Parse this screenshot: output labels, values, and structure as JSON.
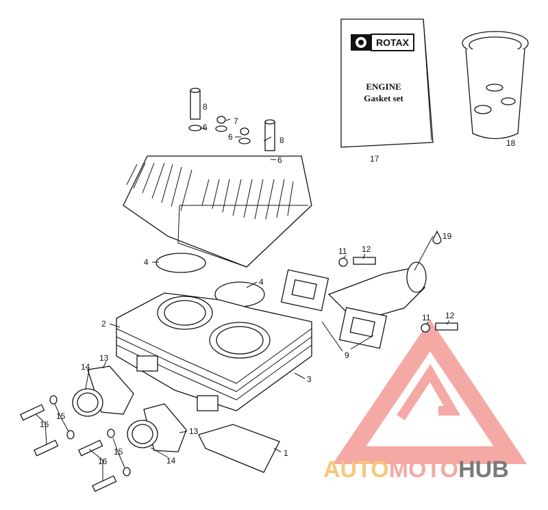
{
  "booklet": {
    "brand": "ROTAX",
    "title_line1": "ENGINE",
    "title_line2": "Gasket set"
  },
  "callouts": {
    "c1": "1",
    "c2": "2",
    "c3": "3",
    "c4a": "4",
    "c4b": "4",
    "c6a": "6",
    "c6b": "6",
    "c6c": "6",
    "c7": "7",
    "c8a": "8",
    "c8b": "8",
    "c9": "9",
    "c11a": "11",
    "c11b": "11",
    "c12a": "12",
    "c12b": "12",
    "c13a": "13",
    "c13b": "13",
    "c14a": "14",
    "c14b": "14",
    "c15a": "15",
    "c15b": "15",
    "c16a": "16",
    "c16b": "16",
    "c17": "17",
    "c18": "18",
    "c19": "19"
  },
  "watermark": {
    "part1": "AUTO",
    "part2": "MOTO",
    "part3": "HUB",
    "color_primary": "#f4a9a4",
    "color_gold": "#f7c77a",
    "color_grey": "#7a7a7a"
  }
}
